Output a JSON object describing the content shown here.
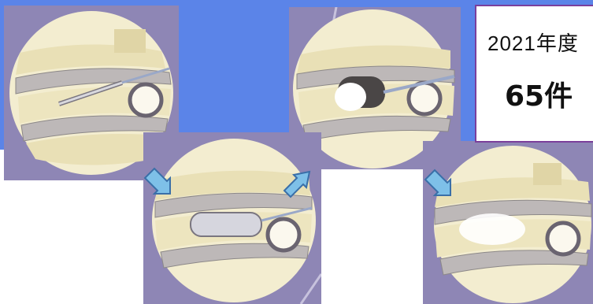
{
  "stats": {
    "year_label": "2021年度",
    "count_label": "65件"
  },
  "illustrations": [
    {
      "name": "step-1-balloon-insertion"
    },
    {
      "name": "step-2-balloon-inflation"
    },
    {
      "name": "step-3-cement-filling"
    },
    {
      "name": "step-4-cement-set"
    }
  ],
  "colors": {
    "background_blue": "#5b84e8",
    "panel_purple": "#8e86b5",
    "bone": "#ede5bf",
    "disc": "#bdb8b8",
    "arrow": "#7ec0e8",
    "box_border": "#7b3f9b"
  }
}
